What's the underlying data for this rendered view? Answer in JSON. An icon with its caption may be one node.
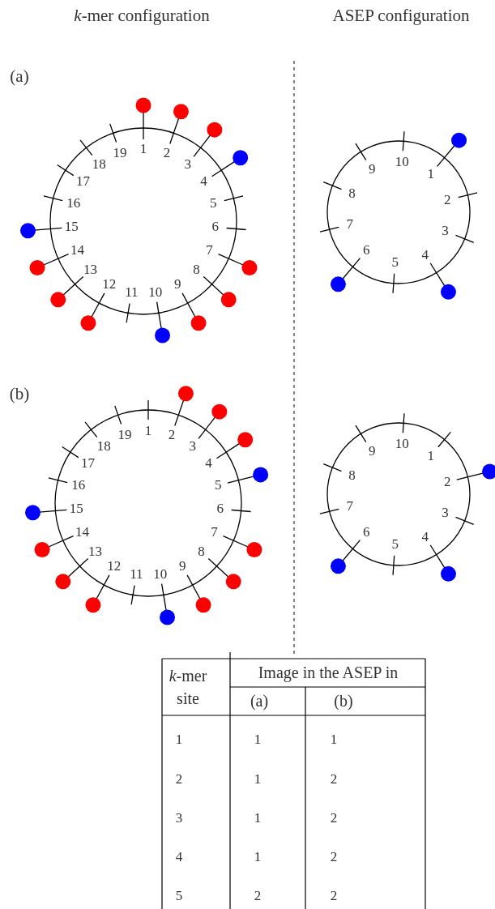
{
  "diagram": {
    "labels": [
      "*k*-mer configuration",
      "ASEP configuration",
      "(a)",
      "1",
      "2",
      "3",
      "4",
      "5",
      "6",
      "7",
      "8",
      "9",
      "11",
      "10",
      "12",
      "13",
      "14",
      "15",
      "16",
      "17",
      "18",
      "19",
      "1",
      "2",
      "3",
      "4",
      "5",
      "6",
      "7",
      "8",
      "9",
      "10",
      "(b)",
      "1",
      "2",
      "3",
      "4",
      "5",
      "6",
      "7",
      "8",
      "9",
      "11",
      "10",
      "12",
      "13",
      "14",
      "15",
      "16",
      "17",
      "18",
      "19",
      "1",
      "2",
      "3",
      "4",
      "5",
      "6",
      "7",
      "8",
      "9",
      "10",
      "*k*-mer site",
      "Image in the ASEP in",
      "(a)",
      "(b)",
      "1",
      "1",
      "1",
      "2",
      "1",
      "2",
      "3",
      "1",
      "2",
      "4",
      "1",
      "2",
      "5",
      "2",
      "2"
    ]
  }
}
